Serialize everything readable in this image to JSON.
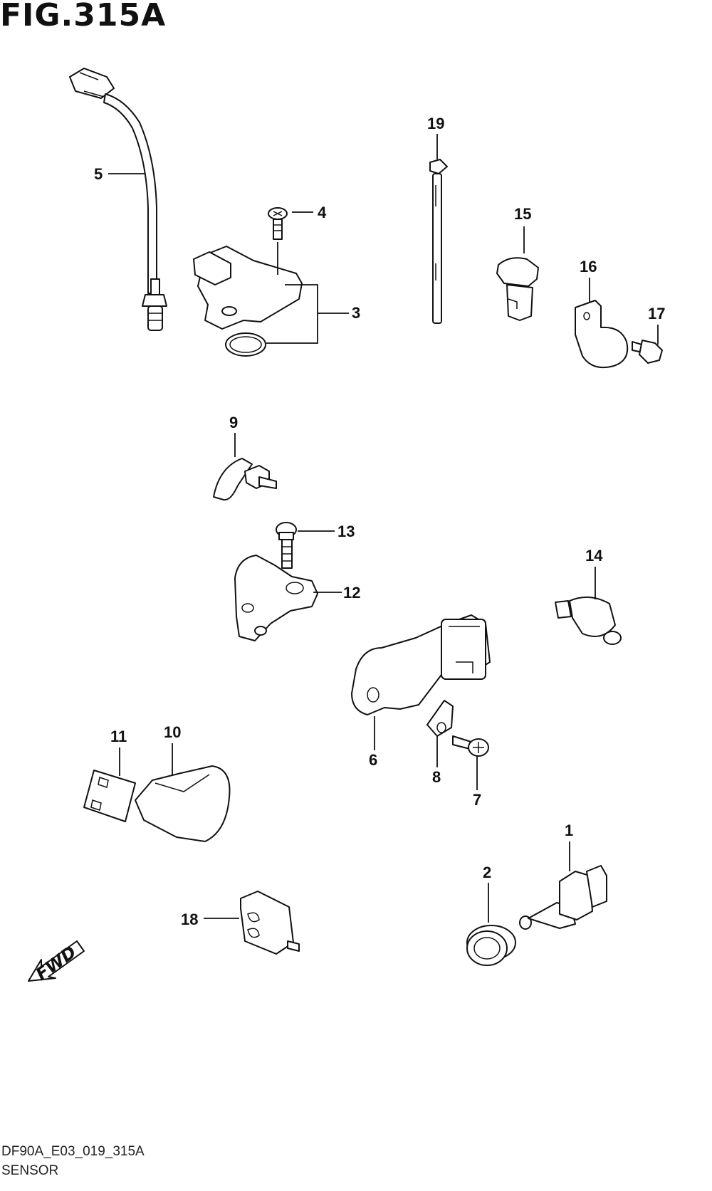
{
  "figure": {
    "title": "FIG.315A",
    "code": "DF90A_E03_019_315A",
    "name": "SENSOR"
  },
  "callouts": [
    "1",
    "2",
    "3",
    "4",
    "5",
    "6",
    "7",
    "8",
    "9",
    "10",
    "11",
    "12",
    "13",
    "14",
    "15",
    "16",
    "17",
    "18",
    "19"
  ],
  "direction_indicator": {
    "label": "FWD",
    "icon": "fwd-arrow-icon"
  }
}
